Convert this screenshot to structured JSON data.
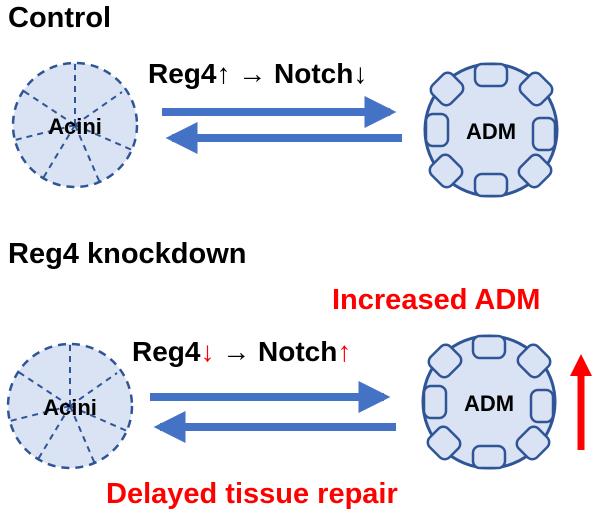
{
  "colors": {
    "arrow": "#4472c4",
    "cell_fill": "#dae3f3",
    "cell_stroke": "#2f5597",
    "highlight": "#ff0000"
  },
  "control": {
    "title": "Control",
    "relation": {
      "reg4": "Reg4",
      "reg4_change": "↑",
      "arrow": "→",
      "notch": "Notch",
      "notch_change": "↓"
    },
    "acini_label": "Acini",
    "adm_label": "ADM"
  },
  "knockdown": {
    "title": "Reg4 knockdown",
    "relation": {
      "reg4": "Reg4",
      "reg4_change": "↓",
      "arrow": "→",
      "notch": "Notch",
      "notch_change": "↑"
    },
    "acini_label": "Acini",
    "adm_label": "ADM",
    "increased_adm": "Increased ADM",
    "delayed_repair": "Delayed tissue repair"
  }
}
